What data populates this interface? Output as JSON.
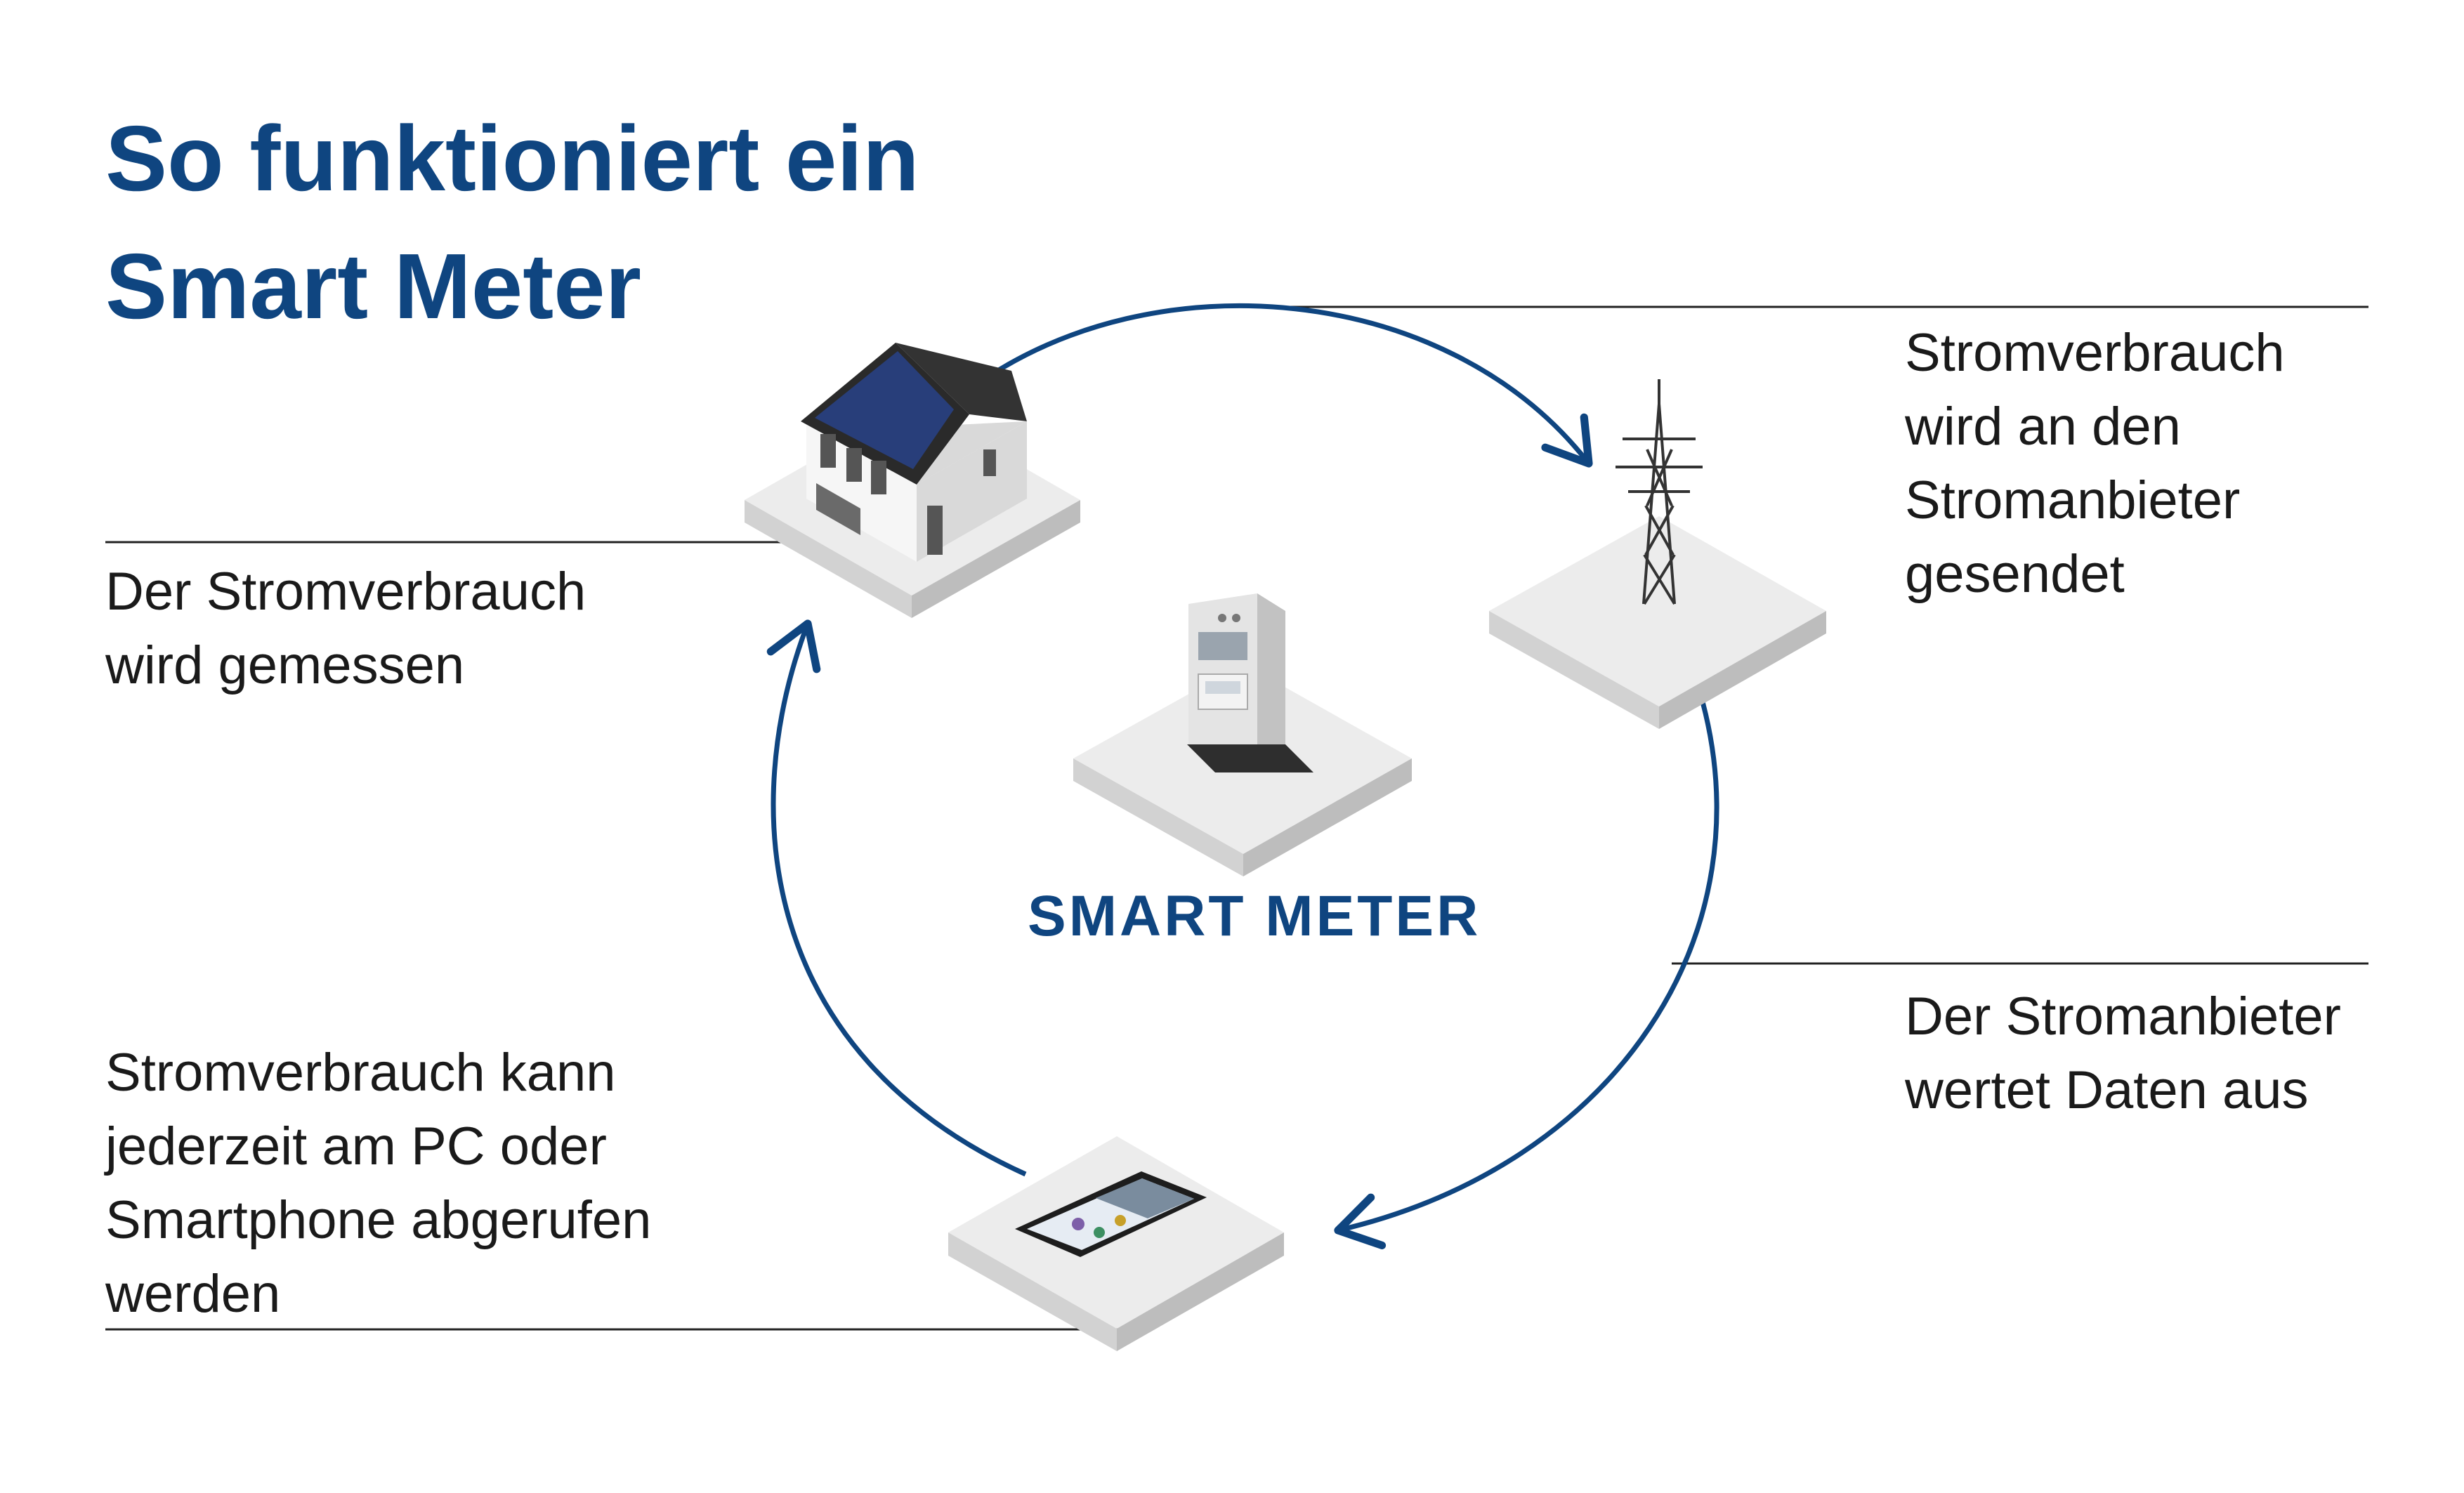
{
  "title": {
    "line1": "So funktioniert ein",
    "line2": "Smart Meter"
  },
  "center": {
    "label": "SMART METER"
  },
  "steps": [
    {
      "id": "measured",
      "lines": [
        "Der Stromverbrauch",
        "wird gemessen"
      ]
    },
    {
      "id": "sent",
      "lines": [
        "Stromverbrauch",
        "wird an den",
        "Stromanbieter",
        "gesendet"
      ]
    },
    {
      "id": "evaluated",
      "lines": [
        "Der Stromanbieter",
        "wertet Daten aus"
      ]
    },
    {
      "id": "retrieved",
      "lines": [
        "Stromverbrauch kann",
        "jederzeit am PC oder",
        "Smartphone abgerufen",
        "werden"
      ]
    }
  ],
  "illustrations": {
    "house": "house-with-solar-panels",
    "pylon": "power-pylon",
    "meter": "smart-meter-device",
    "phone": "smartphone"
  },
  "colors": {
    "accent": "#0f4580",
    "text": "#1a1a1a",
    "platform_top": "#ececec",
    "platform_side": "#cfcfcf"
  }
}
